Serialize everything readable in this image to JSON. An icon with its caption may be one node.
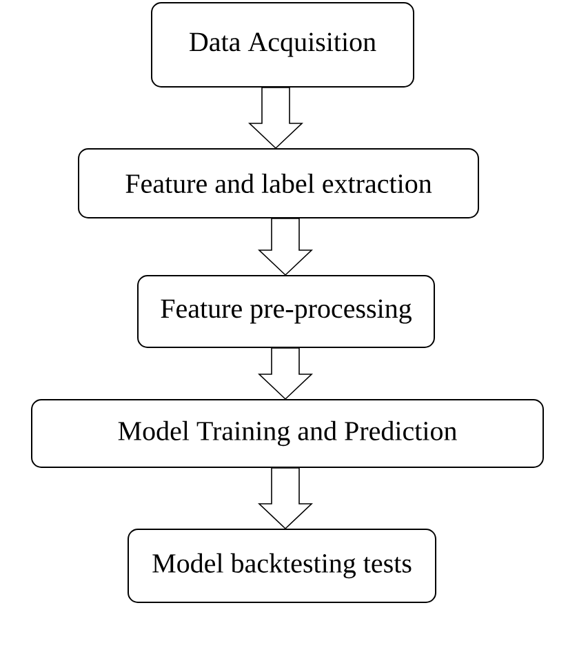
{
  "diagram": {
    "nodes": [
      {
        "text": [
          "Data Acquisition"
        ]
      },
      {
        "text": [
          "Feature and label extraction"
        ]
      },
      {
        "text": [
          "Feature pre-processing"
        ]
      },
      {
        "text": [
          "Model Training and Prediction"
        ]
      },
      {
        "text": [
          "Model backtesting tests"
        ]
      }
    ],
    "edges": [
      {
        "from": 0,
        "to": 1,
        "arrow": "to"
      },
      {
        "from": 1,
        "to": 2,
        "arrow": "to"
      },
      {
        "from": 2,
        "to": 3,
        "arrow": "to"
      },
      {
        "from": 3,
        "to": 4,
        "arrow": "to"
      }
    ]
  }
}
